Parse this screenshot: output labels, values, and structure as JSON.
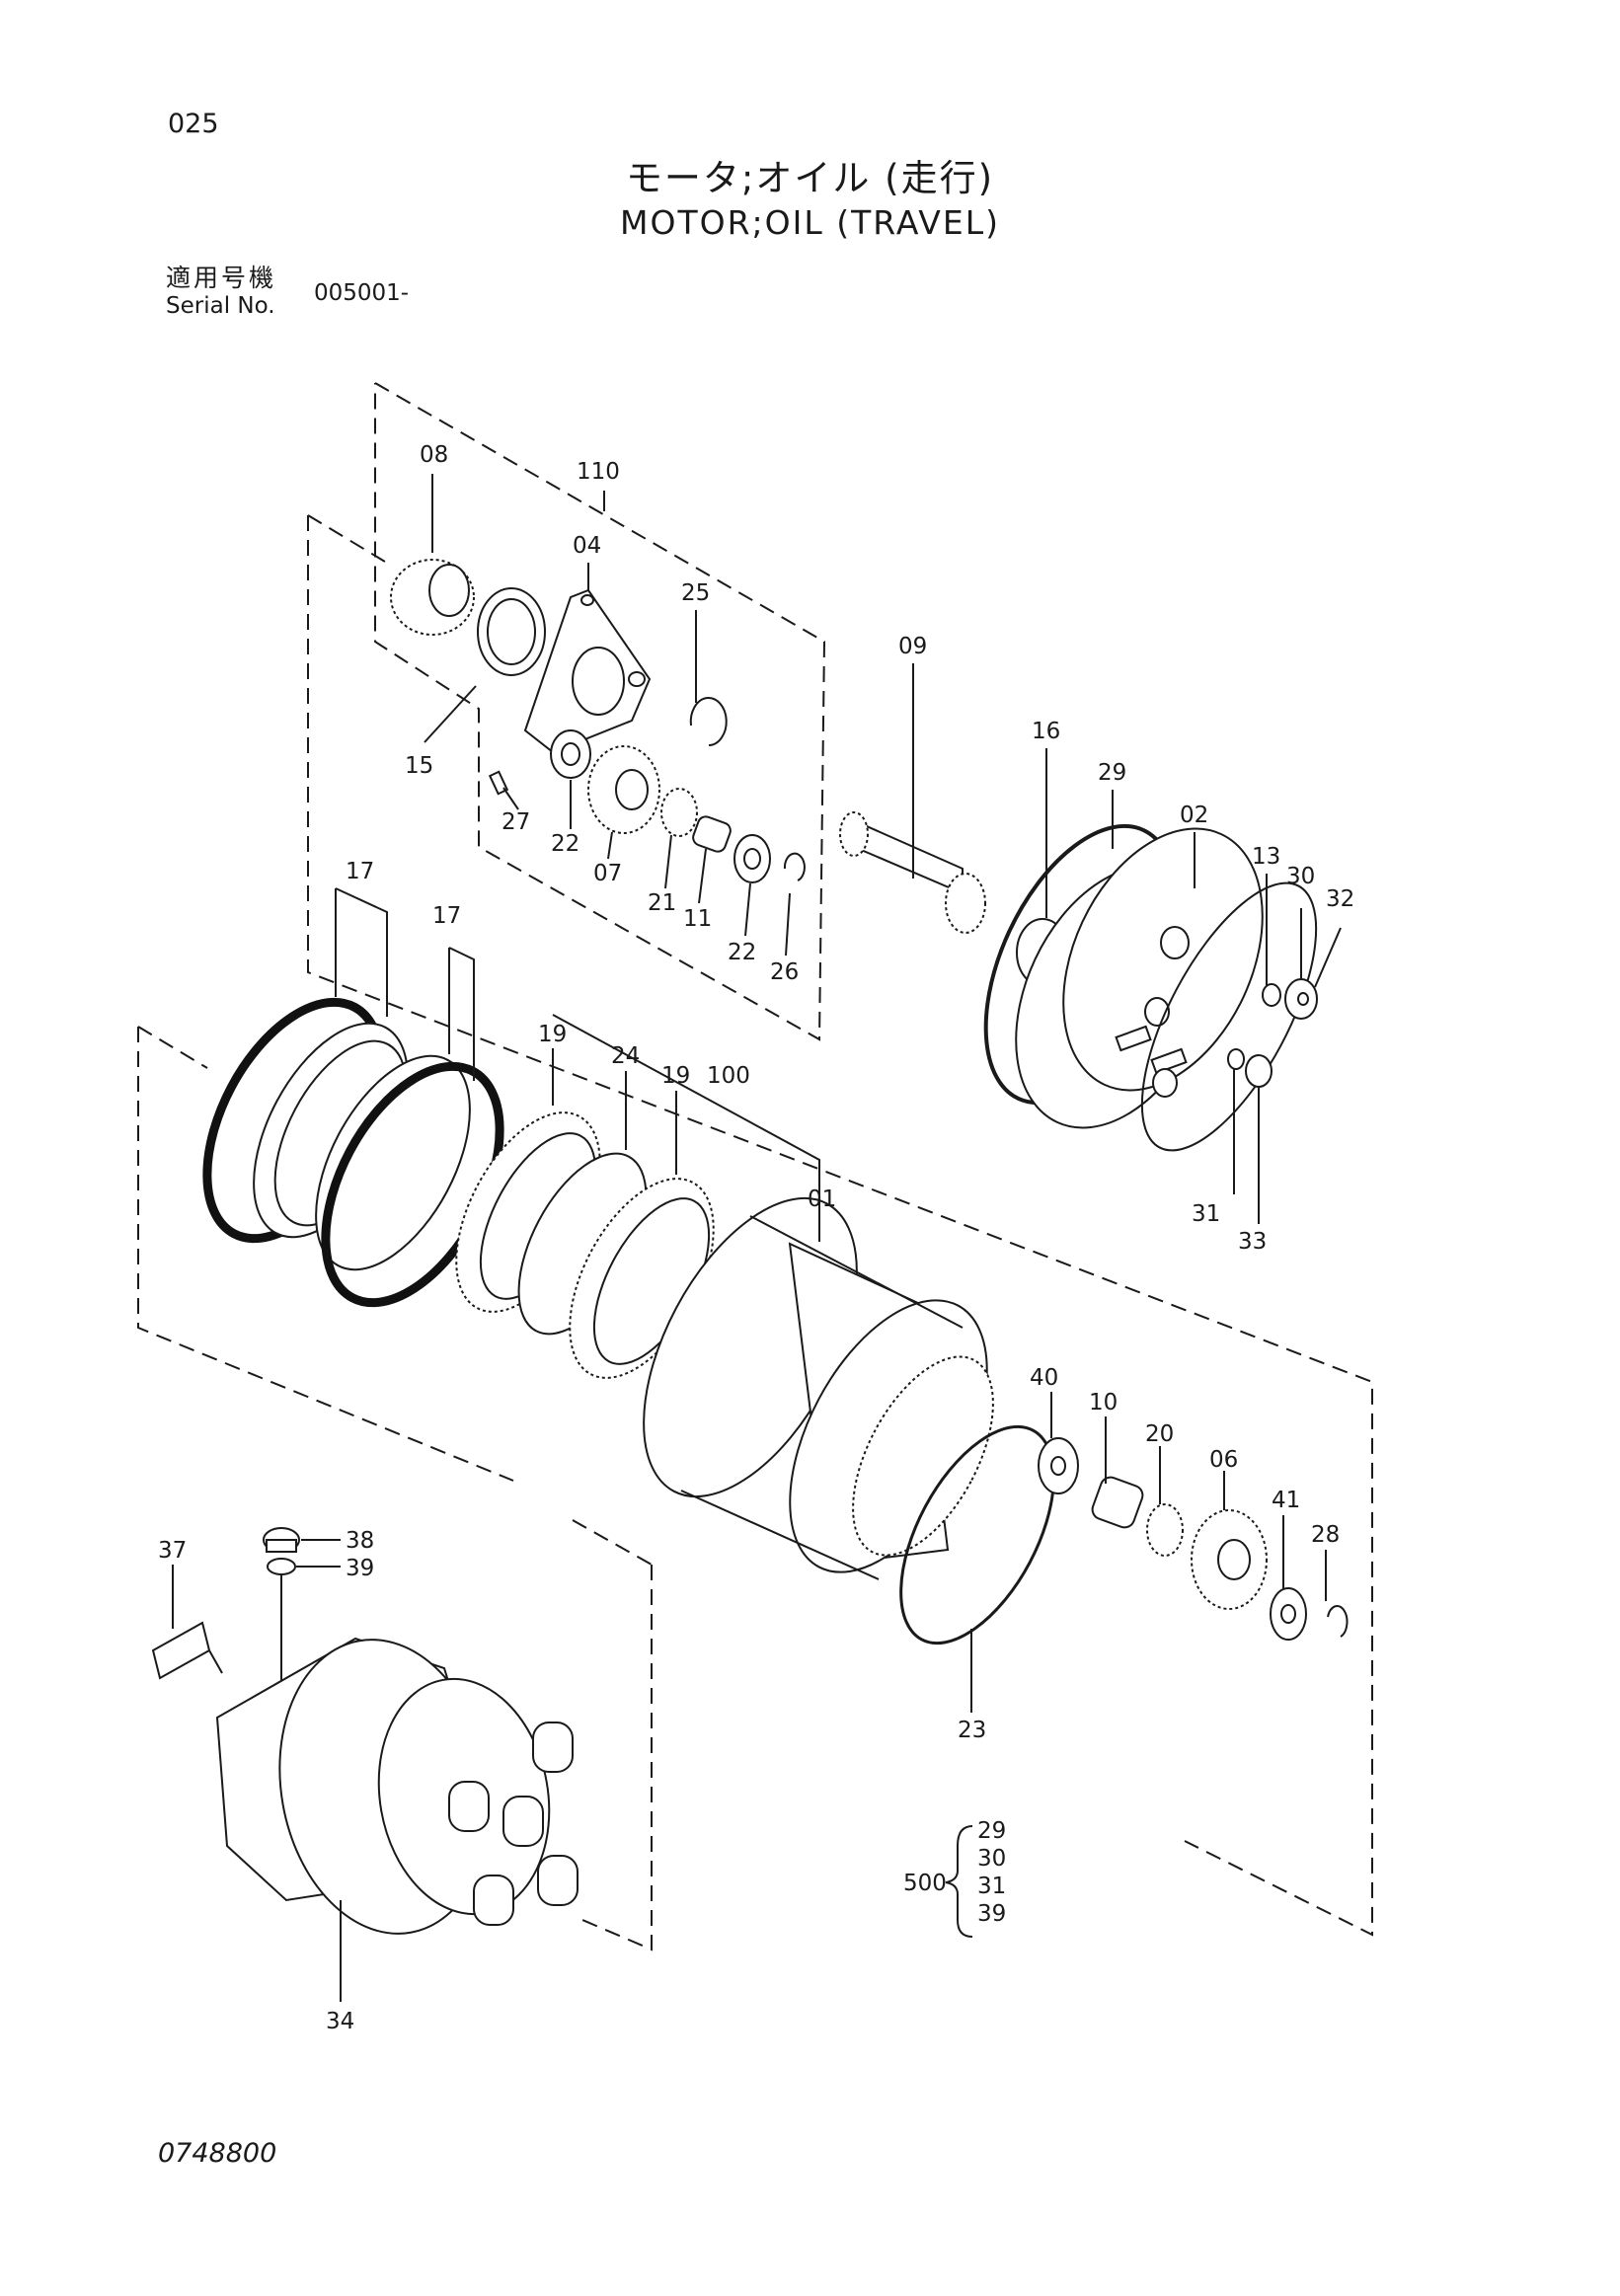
{
  "page_number": "025",
  "title_jp": "モータ;オイル (走行)",
  "title_en": "MOTOR;OIL (TRAVEL)",
  "serial": {
    "label_jp": "適用号機",
    "label_en": "Serial No.",
    "value": "005001-"
  },
  "callouts": {
    "c08": "08",
    "c110": "110",
    "c04": "04",
    "c25": "25",
    "c15": "15",
    "c27": "27",
    "c22a": "22",
    "c07": "07",
    "c21": "21",
    "c11": "11",
    "c22b": "22",
    "c26": "26",
    "c09": "09",
    "c16": "16",
    "c29": "29",
    "c02": "02",
    "c13": "13",
    "c30": "30",
    "c32": "32",
    "c31": "31",
    "c33": "33",
    "c17a": "17",
    "c17b": "17",
    "c19a": "19",
    "c24": "24",
    "c19b": "19",
    "c100": "100",
    "c01": "01",
    "c40": "40",
    "c10": "10",
    "c20": "20",
    "c06": "06",
    "c41": "41",
    "c28": "28",
    "c23": "23",
    "c37": "37",
    "c38": "38",
    "c39": "39",
    "c34": "34"
  },
  "kit": {
    "number": "500",
    "items": [
      "29",
      "30",
      "31",
      "39"
    ]
  },
  "doc_number": "0748800"
}
